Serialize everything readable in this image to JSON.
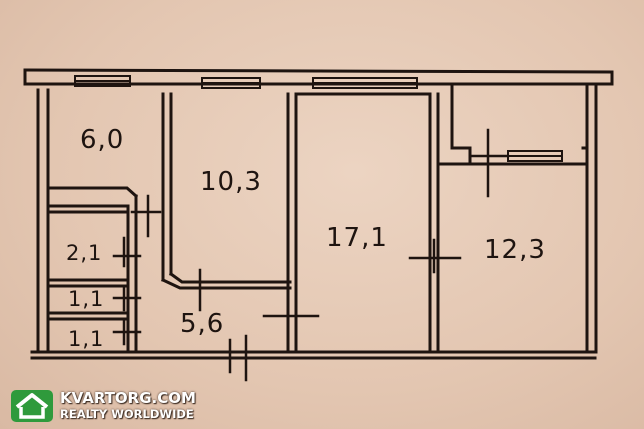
{
  "rooms": [
    {
      "id": "corner-left",
      "area": "6,0"
    },
    {
      "id": "bedroom",
      "area": "10,3"
    },
    {
      "id": "living",
      "area": "17,1"
    },
    {
      "id": "right-room",
      "area": "12,3"
    },
    {
      "id": "small-a",
      "area": "2,1"
    },
    {
      "id": "small-b",
      "area": "1,1"
    },
    {
      "id": "small-c",
      "area": "1,1"
    },
    {
      "id": "hall",
      "area": "5,6"
    }
  ],
  "watermark": {
    "title": "KVARTORG.COM",
    "subtitle": "REALTY WORLDWIDE"
  },
  "colors": {
    "paper": "#e6cbb7",
    "ink": "#1e1410",
    "logo": "#2f9a3c"
  },
  "icons": {
    "watermark_logo": "house-icon"
  }
}
